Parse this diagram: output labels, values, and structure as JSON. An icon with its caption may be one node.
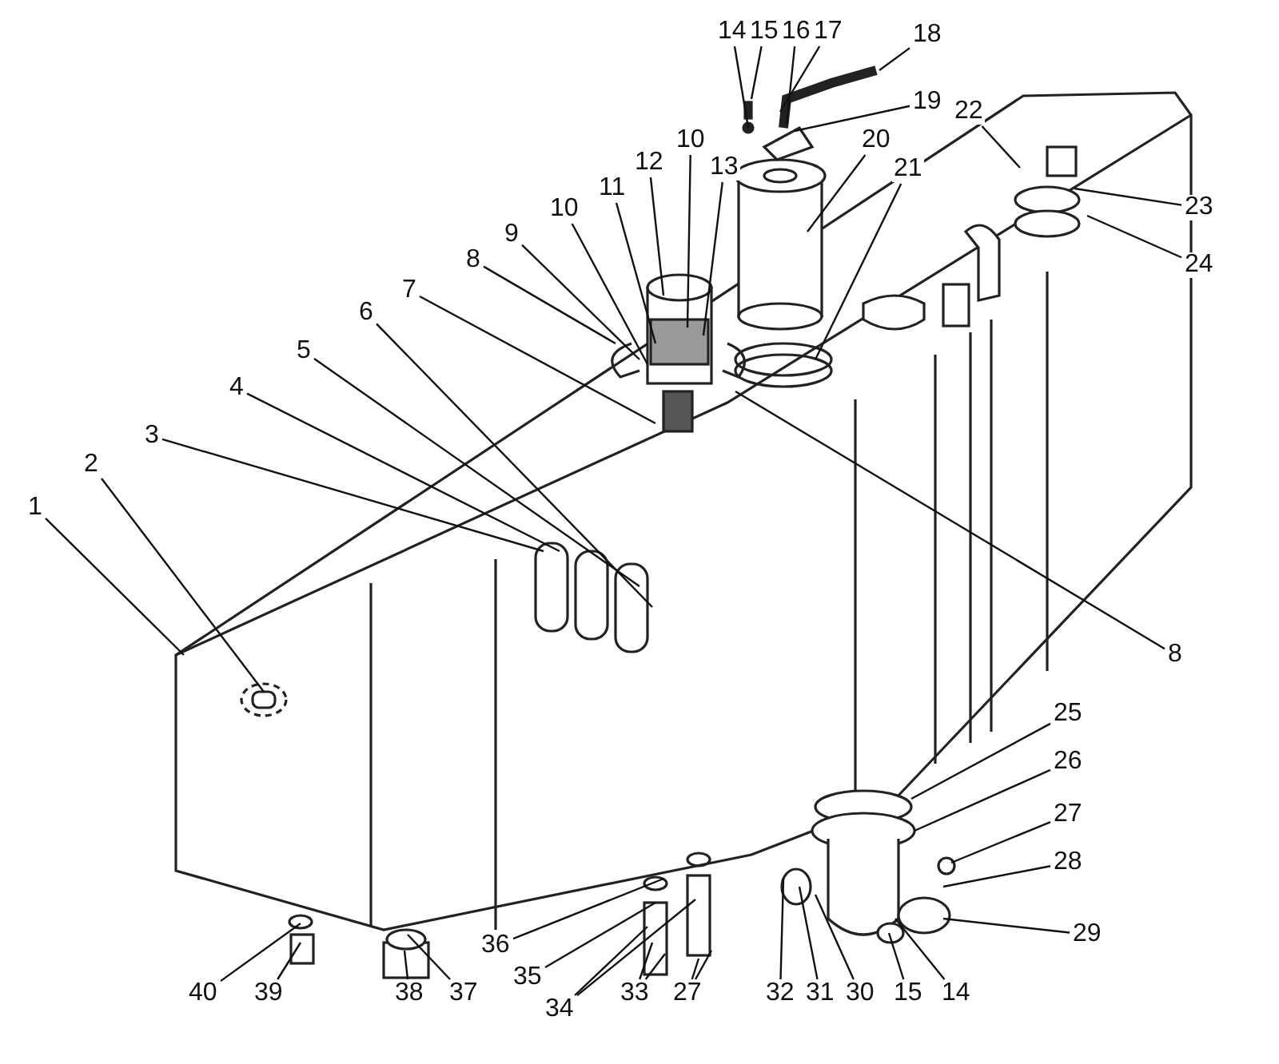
{
  "diagram": {
    "nodes": [
      {
        "text": [
          "14"
        ]
      },
      {
        "text": [
          "15"
        ]
      },
      {
        "text": [
          "16"
        ]
      },
      {
        "text": [
          "17"
        ]
      },
      {
        "text": [
          "18"
        ]
      },
      {
        "text": [
          "19"
        ]
      },
      {
        "text": [
          "20"
        ]
      },
      {
        "text": [
          "22"
        ]
      },
      {
        "text": [
          "21"
        ]
      },
      {
        "text": [
          "10"
        ]
      },
      {
        "text": [
          "13"
        ]
      },
      {
        "text": [
          "12"
        ]
      },
      {
        "text": [
          "23"
        ]
      },
      {
        "text": [
          "11"
        ]
      },
      {
        "text": [
          "10"
        ]
      },
      {
        "text": [
          "9"
        ]
      },
      {
        "text": [
          "24"
        ]
      },
      {
        "text": [
          "8"
        ]
      },
      {
        "text": [
          "7"
        ]
      },
      {
        "text": [
          "6"
        ]
      },
      {
        "text": [
          "5"
        ]
      },
      {
        "text": [
          "4"
        ]
      },
      {
        "text": [
          "3"
        ]
      },
      {
        "text": [
          "2"
        ]
      },
      {
        "text": [
          "1"
        ]
      },
      {
        "text": [
          "8"
        ]
      },
      {
        "text": [
          "25"
        ]
      },
      {
        "text": [
          "26"
        ]
      },
      {
        "text": [
          "27"
        ]
      },
      {
        "text": [
          "28"
        ]
      },
      {
        "text": [
          "29"
        ]
      },
      {
        "text": [
          "36"
        ]
      },
      {
        "text": [
          "35"
        ]
      },
      {
        "text": [
          "34"
        ]
      },
      {
        "text": [
          "40"
        ]
      },
      {
        "text": [
          "39"
        ]
      },
      {
        "text": [
          "38"
        ]
      },
      {
        "text": [
          "37"
        ]
      },
      {
        "text": [
          "33"
        ]
      },
      {
        "text": [
          "27"
        ]
      },
      {
        "text": [
          "32"
        ]
      },
      {
        "text": [
          "31"
        ]
      },
      {
        "text": [
          "30"
        ]
      },
      {
        "text": [
          "15"
        ]
      },
      {
        "text": [
          "14"
        ]
      }
    ],
    "edges": [
      {
        "from": 0,
        "to": null,
        "arrow": "none"
      },
      {
        "from": 1,
        "to": null,
        "arrow": "none"
      },
      {
        "from": 2,
        "to": null,
        "arrow": "none"
      },
      {
        "from": 3,
        "to": null,
        "arrow": "none"
      },
      {
        "from": 4,
        "to": null,
        "arrow": "none"
      },
      {
        "from": 5,
        "to": null,
        "arrow": "none"
      },
      {
        "from": 6,
        "to": null,
        "arrow": "none"
      },
      {
        "from": 7,
        "to": null,
        "arrow": "none"
      },
      {
        "from": 8,
        "to": null,
        "arrow": "none"
      },
      {
        "from": 9,
        "to": null,
        "arrow": "none"
      },
      {
        "from": 10,
        "to": null,
        "arrow": "none"
      },
      {
        "from": 11,
        "to": null,
        "arrow": "none"
      },
      {
        "from": 12,
        "to": null,
        "arrow": "none"
      },
      {
        "from": 13,
        "to": null,
        "arrow": "none"
      },
      {
        "from": 14,
        "to": null,
        "arrow": "none"
      },
      {
        "from": 15,
        "to": null,
        "arrow": "none"
      },
      {
        "from": 16,
        "to": null,
        "arrow": "none"
      },
      {
        "from": 17,
        "to": null,
        "arrow": "none"
      },
      {
        "from": 18,
        "to": null,
        "arrow": "none"
      },
      {
        "from": 19,
        "to": null,
        "arrow": "none"
      },
      {
        "from": 20,
        "to": null,
        "arrow": "none"
      },
      {
        "from": 21,
        "to": null,
        "arrow": "none"
      },
      {
        "from": 22,
        "to": null,
        "arrow": "none"
      },
      {
        "from": 23,
        "to": null,
        "arrow": "none"
      },
      {
        "from": 24,
        "to": null,
        "arrow": "none"
      },
      {
        "from": 25,
        "to": null,
        "arrow": "none"
      },
      {
        "from": 26,
        "to": null,
        "arrow": "none"
      },
      {
        "from": 27,
        "to": null,
        "arrow": "none"
      },
      {
        "from": 28,
        "to": null,
        "arrow": "none"
      },
      {
        "from": 29,
        "to": null,
        "arrow": "none"
      },
      {
        "from": 30,
        "to": null,
        "arrow": "none"
      },
      {
        "from": 31,
        "to": null,
        "arrow": "none"
      },
      {
        "from": 32,
        "to": null,
        "arrow": "none"
      },
      {
        "from": 33,
        "to": null,
        "arrow": "none"
      },
      {
        "from": 33,
        "to": null,
        "arrow": "none"
      },
      {
        "from": 34,
        "to": null,
        "arrow": "none"
      },
      {
        "from": 35,
        "to": null,
        "arrow": "none"
      },
      {
        "from": 36,
        "to": null,
        "arrow": "none"
      },
      {
        "from": 37,
        "to": null,
        "arrow": "none"
      },
      {
        "from": 38,
        "to": null,
        "arrow": "none"
      },
      {
        "from": 38,
        "to": null,
        "arrow": "none"
      },
      {
        "from": 39,
        "to": null,
        "arrow": "none"
      },
      {
        "from": 39,
        "to": null,
        "arrow": "none"
      },
      {
        "from": 40,
        "to": null,
        "arrow": "none"
      },
      {
        "from": 41,
        "to": null,
        "arrow": "none"
      },
      {
        "from": 42,
        "to": null,
        "arrow": "none"
      },
      {
        "from": 43,
        "to": null,
        "arrow": "none"
      },
      {
        "from": 44,
        "to": null,
        "arrow": "none"
      }
    ]
  }
}
